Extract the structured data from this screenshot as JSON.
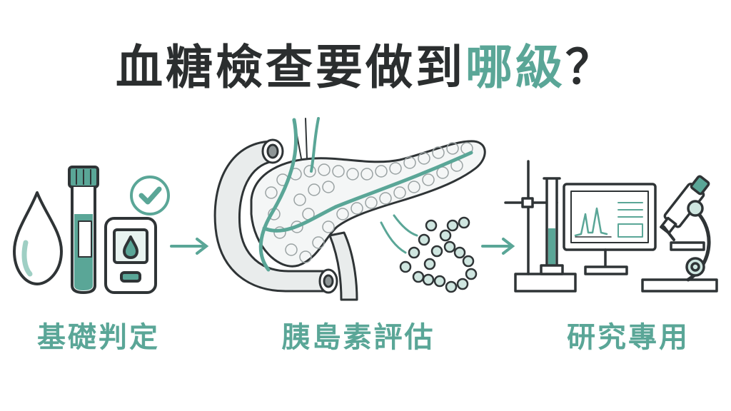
{
  "title": {
    "part_main": "血糖檢查要做到",
    "part_accent": "哪級",
    "part_end": "？"
  },
  "steps": [
    {
      "label": "基礎判定",
      "icon": "blood-drop-test-tube-glucose-meter"
    },
    {
      "label": "胰島素評估",
      "icon": "pancreas-insulin"
    },
    {
      "label": "研究專用",
      "icon": "lab-monitor-microscope"
    }
  ],
  "colors": {
    "accent": "#5aa697",
    "dark": "#2b2e2f",
    "line": "#2f3436",
    "light_teal": "#cfe6e0"
  }
}
